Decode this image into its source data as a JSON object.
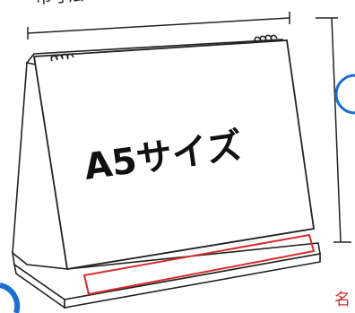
{
  "product": {
    "size_label": "A5サイズ",
    "top_cropped_text": "巾寸法",
    "corner_text_cropped": "名"
  },
  "colors": {
    "outline": "#222222",
    "name_box": "#d82c2c",
    "badge_blue": "#1a6fd1",
    "background": "#ffffff",
    "panel_fill": "#ffffff"
  },
  "icons": {
    "ring_binding": "ring-binding-icon",
    "left_badge": "blue-circle-badge",
    "right_badge": "blue-circle-badge"
  }
}
